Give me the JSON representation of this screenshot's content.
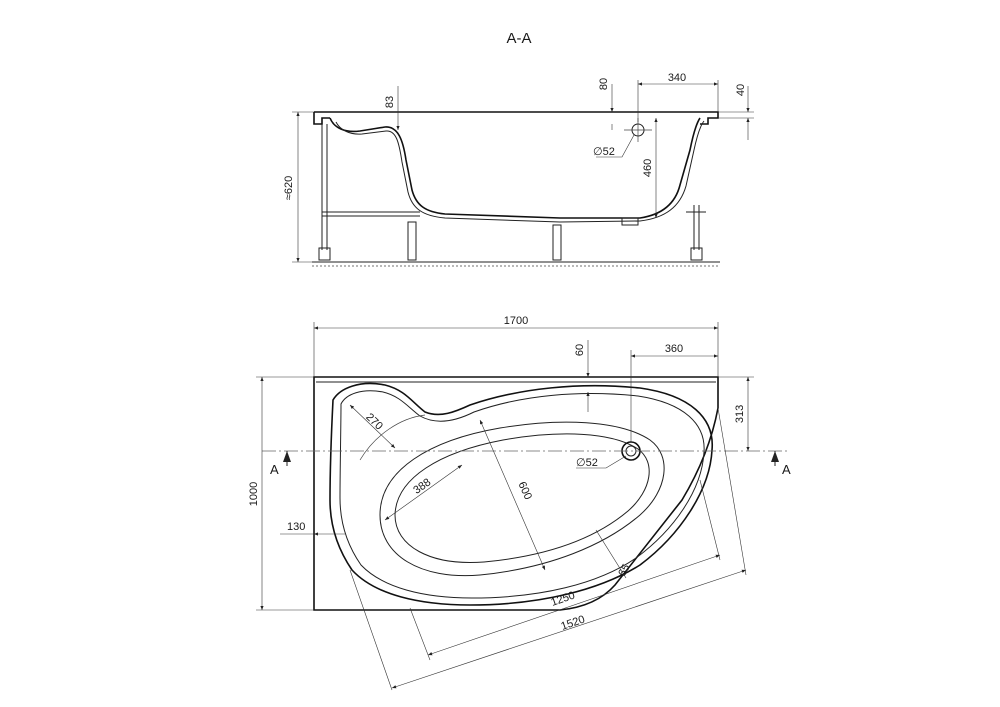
{
  "section": {
    "title": "A-A",
    "marker_left": "A",
    "marker_right": "A"
  },
  "side_view": {
    "dims": {
      "rim_depth": "83",
      "overflow_offset": "80",
      "overflow_distance": "340",
      "rim_height": "40",
      "overall_height": "≈620",
      "bowl_depth": "460",
      "overflow_diameter": "∅52"
    }
  },
  "top_view": {
    "dims": {
      "length": "1700",
      "width": "1000",
      "drain_offset_x": "360",
      "drain_offset_y": "313",
      "rim_offset": "60",
      "seat_width": "270",
      "seat_depth": "388",
      "inner_width": "600",
      "edge_width": "65",
      "inner_length": "1250",
      "outer_length": "1520",
      "corner_offset": "130",
      "drain_diameter": "∅52"
    }
  }
}
